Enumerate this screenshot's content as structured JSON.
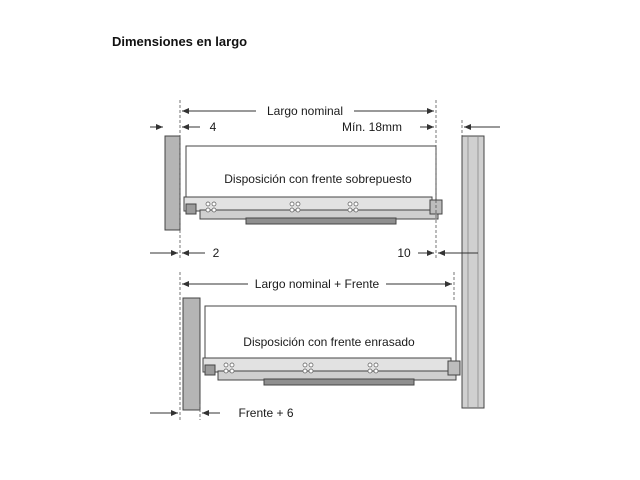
{
  "title": "Dimensiones en largo",
  "top_layout": {
    "caption": "Disposición con frente sobrepuesto",
    "nominal_length_label": "Largo nominal",
    "min_label": "Mín. 18mm",
    "left_gap_label": "4",
    "bottom_left_label": "2",
    "bottom_right_label": "10"
  },
  "bottom_layout": {
    "caption": "Disposición con frente enrasado",
    "nominal_length_label": "Largo nominal + Frente",
    "front_label": "Frente + 6"
  },
  "colors": {
    "panel": "#b5b5b5",
    "rail": "#e2e2e2",
    "rail_dark": "#8f8f8f",
    "cabinet": "#d0d0d0",
    "line": "#333333"
  }
}
